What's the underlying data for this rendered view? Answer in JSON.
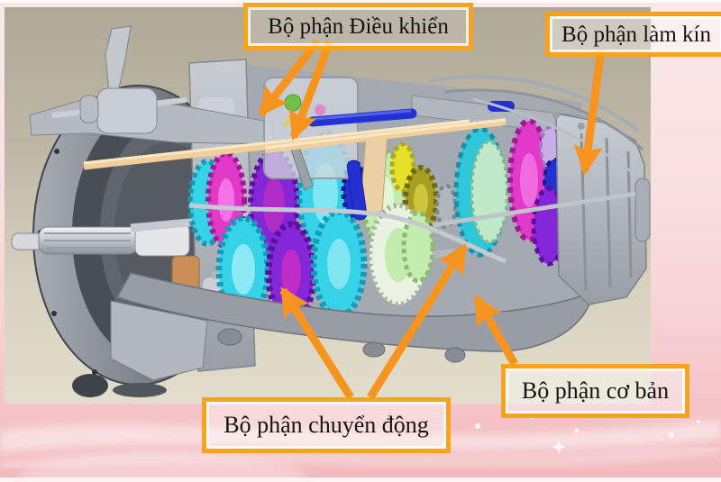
{
  "slide": {
    "labels": {
      "control": "Bộ phận Điều khiển",
      "sealing": "Bộ phận làm kín",
      "moving": "Bộ phận chuyển động",
      "basic": "Bộ phận cơ bản"
    }
  },
  "colors": {
    "accent": "#f79420",
    "label-border": "#f8a21e",
    "bg-pink-top": "#fbe9e9",
    "bg-pink-bottom": "#f2b9bd",
    "photo-top": "#b0a998",
    "photo-bottom": "#e3decb",
    "gear-cyan": "#35d2e8",
    "gear-magenta": "#e23ac8",
    "gear-purple": "#8526d8",
    "gear-blue": "#2331d2",
    "gear-palegreen": "#c3ecaf",
    "gear-yellow": "#e6e02a",
    "gear-olive": "#a89f22",
    "copper": "#c98f57",
    "rail": "#f2cf9a"
  }
}
